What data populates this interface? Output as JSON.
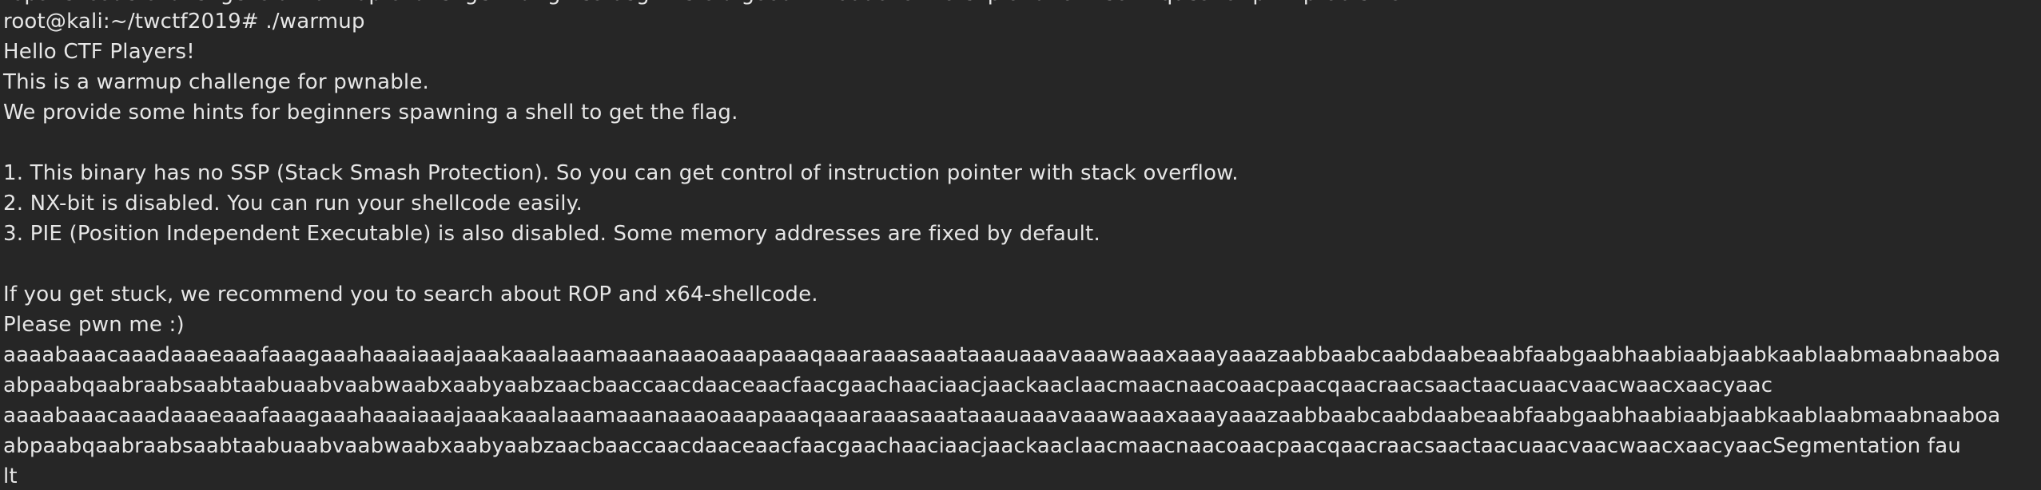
{
  "terminal": {
    "background_color": "#262626",
    "text_color": "#e6e6e6",
    "cut_off_line": "ropshellcode challenge is a warmup challenge that gives beginners a good introduction to exploitation techniques for pwn problems.",
    "prompt_line": "root@kali:~/twctf2019# ./warmup",
    "lines": [
      "Hello CTF Players!",
      "This is a warmup challenge for pwnable.",
      "We provide some hints for beginners spawning a shell to get the flag.",
      "1. This binary has no SSP (Stack Smash Protection). So you can get control of instruction pointer with stack overflow.",
      "2. NX-bit is disabled. You can run your shellcode easily.",
      "3. PIE (Position Independent Executable) is also disabled. Some memory addresses are fixed by default.",
      "If you get stuck, we recommend you to search about ROP and x64-shellcode.",
      "Please pwn me :)"
    ],
    "output_lines": [
      "aaaabaaacaaadaaaeaaafaaagaaahaaaiaaajaaakaaalaaamaaanaaaoaaapaaaqaaaraaasaaataaauaaavaaawaaaxaaayaaazaabbaabcaabdaabeaabfaabgaabhaabiaabjaabkaablaabmaabnaaboa",
      "abpaabqaabraabsaabtaabuaabvaabwaabxaabyaabzaacbaaccaacdaaceaacfaacgaachaaciaacjaackaaclaacmaacnaacoaacpaacqaacraacsaactaacuaacvaacwaacxaacyaac",
      "aaaabaaacaaadaaaeaaafaaagaaahaaaiaaajaaakaaalaaamaaanaaaoaaapaaaqaaaraaasaaataaauaaavaaawaaaxaaayaaazaabbaabcaabdaabeaabfaabgaabhaabiaabjaabkaablaabmaabnaaboa",
      "abpaabqaabraabsaabtaabuaabvaabwaabxaabyaabzaacbaaccaacdaaceaacfaacgaachaaciaacjaackaaclaacmaacnaacoaacpaacqaacraacsaactaacuaacvaacwaacxaacyaacSegmentation fau",
      "lt"
    ]
  }
}
